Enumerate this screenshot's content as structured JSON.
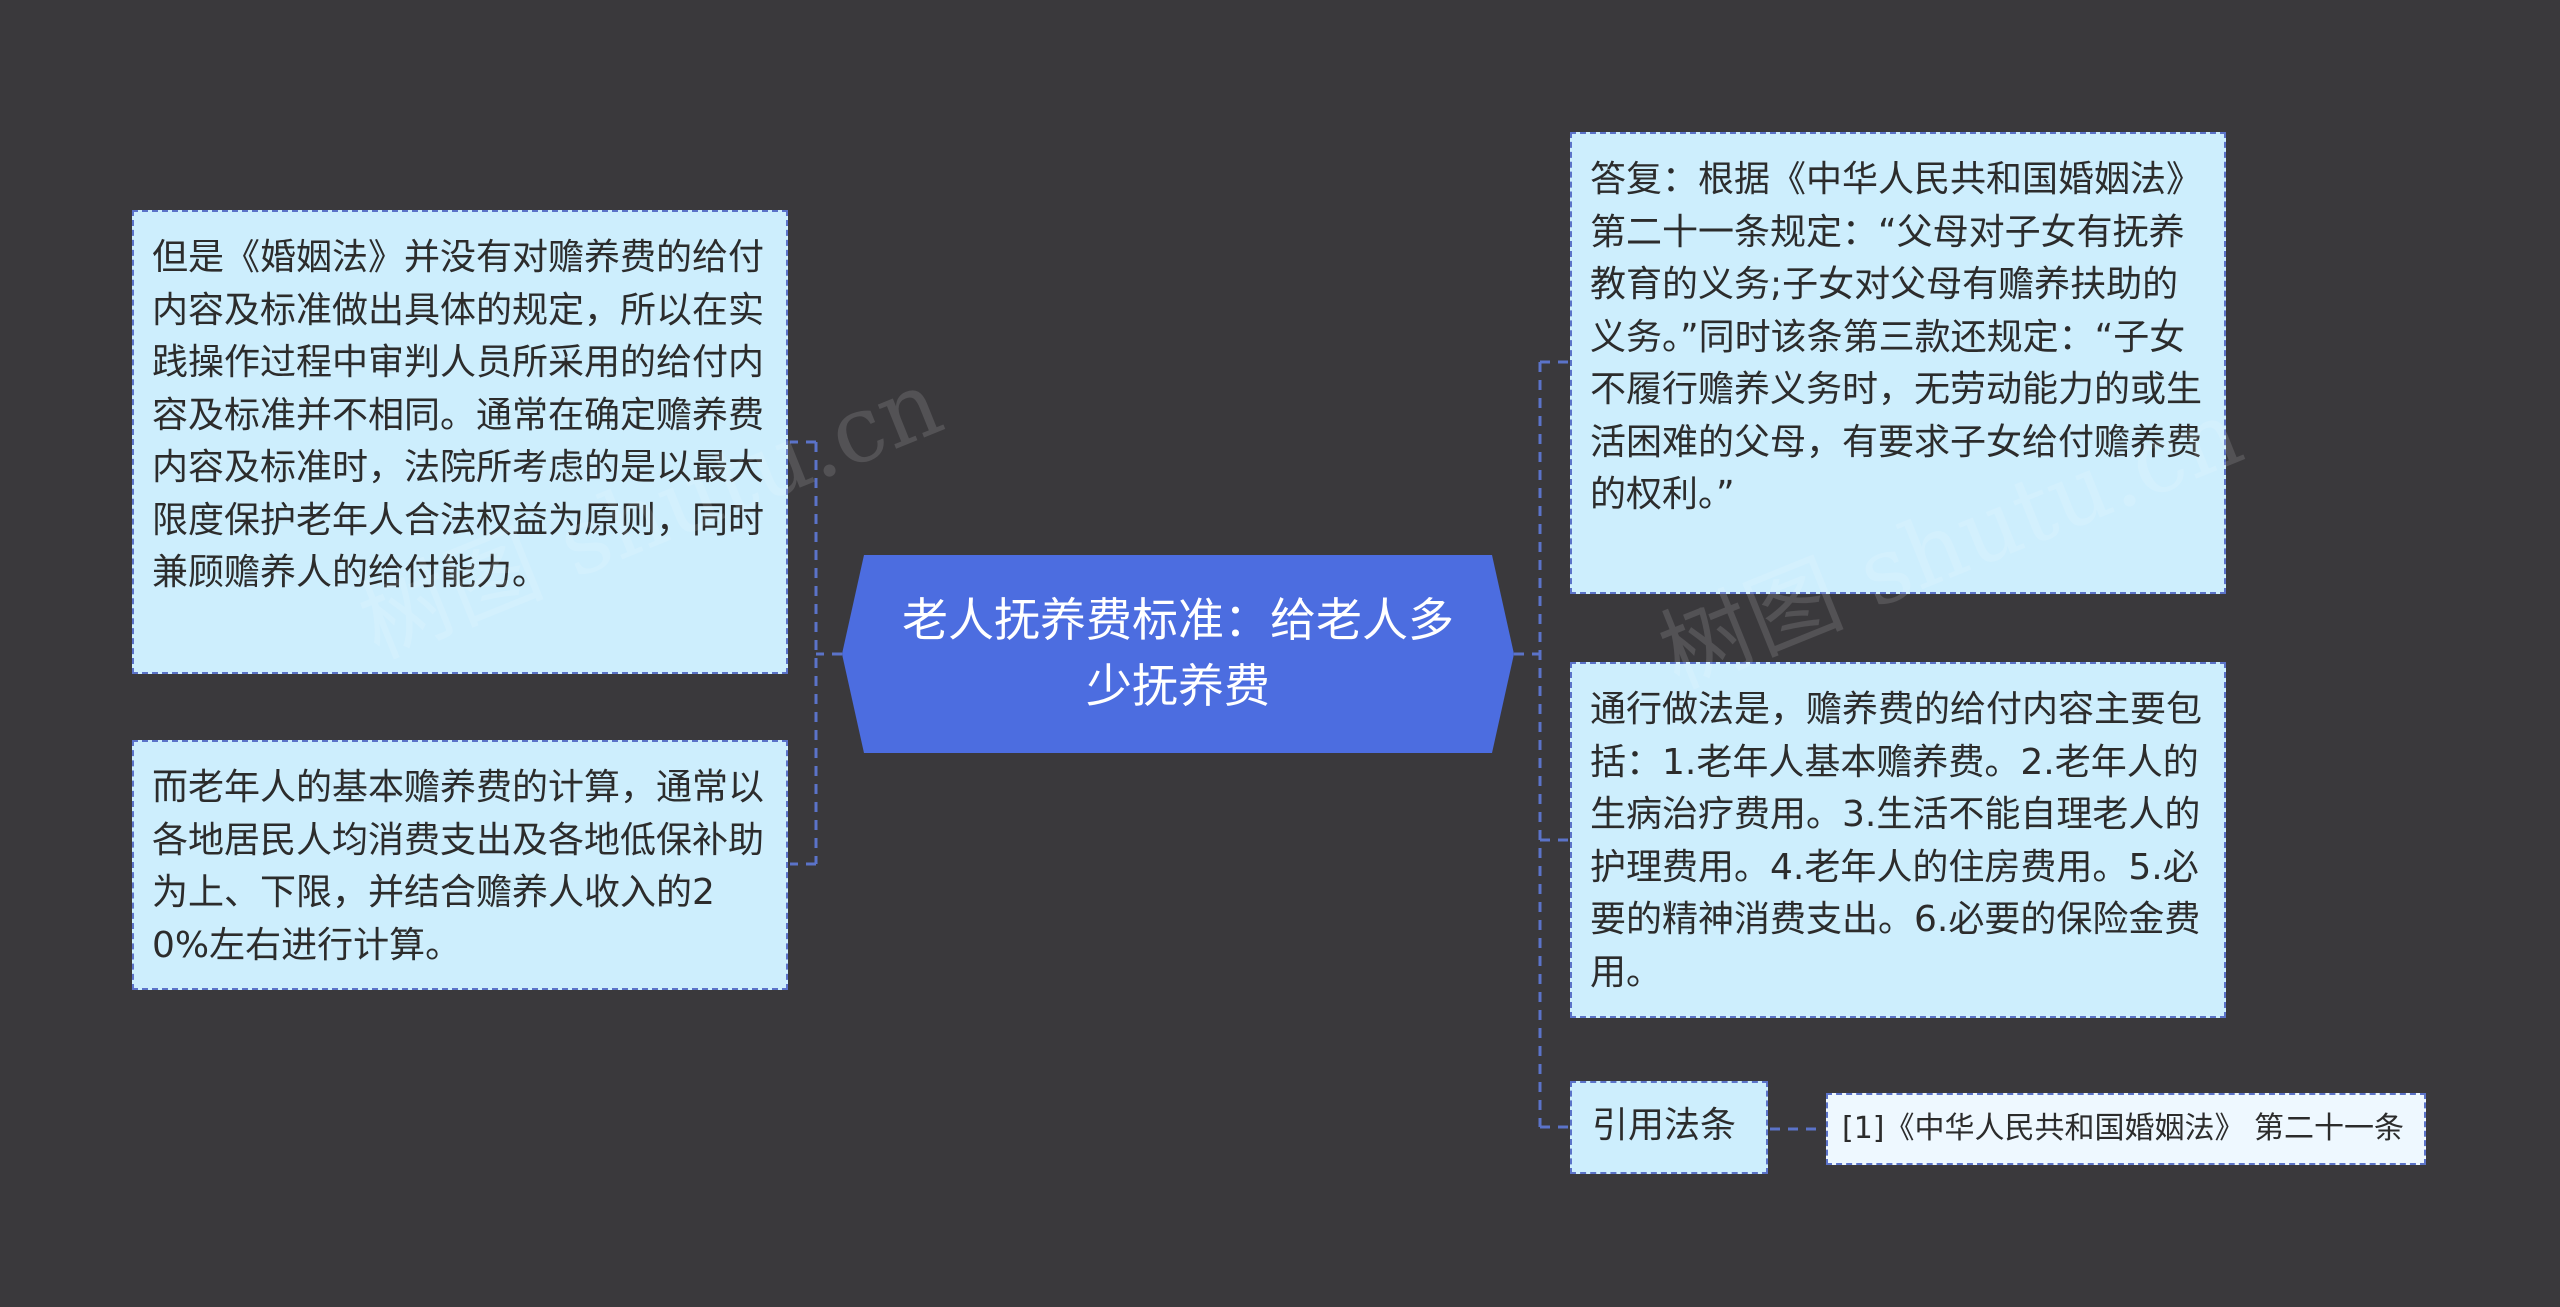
{
  "root": {
    "text": "老人抚养费标准：给老人多少抚养费"
  },
  "left_nodes": [
    {
      "text": "但是《婚姻法》并没有对赡养费的给付内容及标准做出具体的规定，所以在实践操作过程中审判人员所采用的给付内容及标准并不相同。通常在确定赡养费内容及标准时，法院所考虑的是以最大限度保护老年人合法权益为原则，同时兼顾赡养人的给付能力。"
    },
    {
      "text": "而老年人的基本赡养费的计算，通常以各地居民人均消费支出及各地低保补助为上、下限，并结合赡养人收入的20%左右进行计算。"
    }
  ],
  "right_nodes": [
    {
      "text": "答复：根据《中华人民共和国婚姻法》第二十一条规定：“父母对子女有抚养教育的义务;子女对父母有赡养扶助的义务。”同时该条第三款还规定：“子女不履行赡养义务时，无劳动能力的或生活困难的父母，有要求子女给付赡养费的权利。”"
    },
    {
      "text": "通行做法是，赡养费的给付内容主要包括：1.老年人基本赡养费。2.老年人的生病治疗费用。3.生活不能自理老人的护理费用。4.老年人的住房费用。5.必要的精神消费支出。6.必要的保险金费用。"
    },
    {
      "text": "引用法条"
    }
  ],
  "reference": {
    "text": "[1]《中华人民共和国婚姻法》 第二十一条"
  },
  "watermarks": [
    "树图 shutu.cn",
    "树图 shutu.cn"
  ],
  "colors": {
    "background": "#3a393c",
    "root_fill": "#4c6de0",
    "node_fill": "#cdeefd",
    "node_border": "#5b73c9",
    "connector": "#5b73c9"
  }
}
